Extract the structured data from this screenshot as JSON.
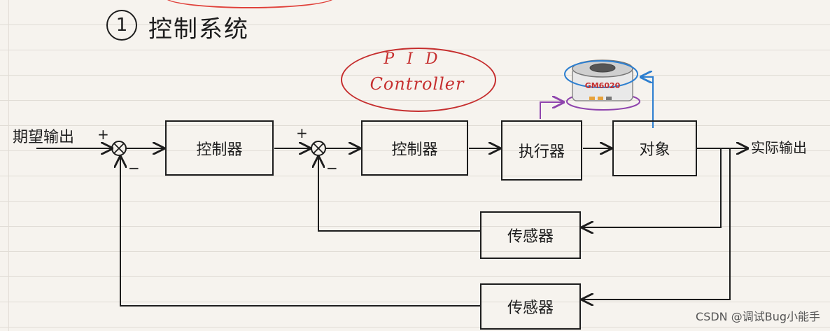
{
  "title": {
    "number": "1",
    "text": "控制系统"
  },
  "pid_label": {
    "line1": "PID",
    "line2": "Controller"
  },
  "motor_label": "GM6020",
  "input_label": "期望输出",
  "output_label": "实际输出",
  "blocks": {
    "controller_outer": "控制器",
    "controller_inner": "控制器",
    "actuator": "执行器",
    "object": "对象",
    "sensor_inner": "传感器",
    "sensor_outer": "传感器"
  },
  "signs": {
    "plus": "+",
    "minus": "−"
  },
  "watermark": "CSDN @调试Bug小能手",
  "colors": {
    "ink": "#1d1d1d",
    "pid_red": "#c62f2f",
    "purple": "#8e44ad",
    "blue": "#2d7fd0"
  }
}
